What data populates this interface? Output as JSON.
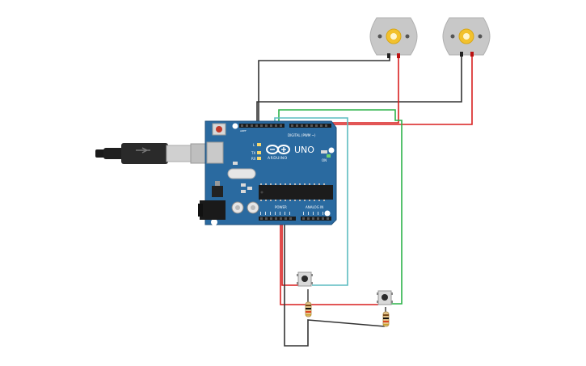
{
  "board": {
    "model": "UNO",
    "brand": "ARDUINO",
    "digital_header_label": "DIGITAL (PWM ~)",
    "power_label": "POWER",
    "analog_label": "ANALOG IN",
    "tx_label": "TX",
    "rx_label": "RX",
    "l_label": "L",
    "on_label": "ON",
    "aref_label": "AREF"
  },
  "colors": {
    "board": "#2a6aa0",
    "wire_black": "#333333",
    "wire_red": "#d81f1f",
    "wire_green": "#2db34a",
    "wire_cyan": "#5bbcc0",
    "motor_body": "#c8c8c8",
    "motor_hub": "#f2c12e"
  },
  "components": {
    "motors": [
      "dc-motor-1",
      "dc-motor-2"
    ],
    "pushbuttons": [
      "pushbutton-1",
      "pushbutton-2"
    ],
    "resistors": [
      "resistor-1",
      "resistor-2"
    ]
  }
}
